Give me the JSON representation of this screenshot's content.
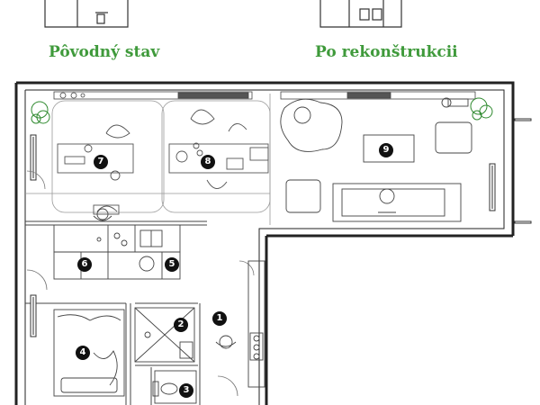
{
  "captions": {
    "original_state": "Pôvodný stav",
    "after_renovation": "Po rekonštrukcii"
  },
  "rooms": [
    {
      "number": "1"
    },
    {
      "number": "2"
    },
    {
      "number": "3"
    },
    {
      "number": "4"
    },
    {
      "number": "5"
    },
    {
      "number": "6"
    },
    {
      "number": "7"
    },
    {
      "number": "8"
    },
    {
      "number": "9"
    }
  ],
  "colors": {
    "caption": "#3f9a3b",
    "wall": "#222222",
    "furniture": "#555555",
    "plants": "#2f8a2f",
    "badge": "#111111"
  }
}
